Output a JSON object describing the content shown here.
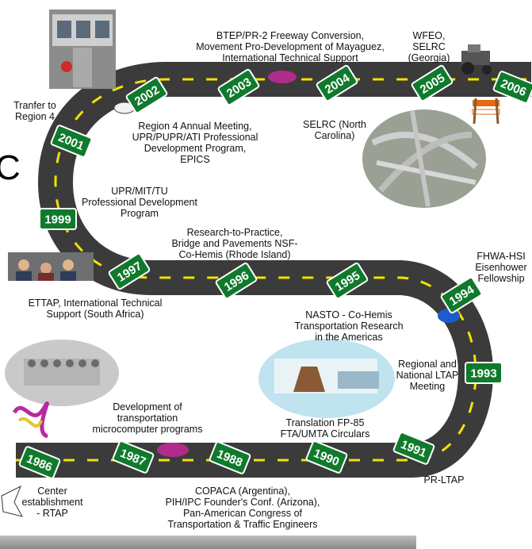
{
  "years": [
    "1986",
    "1987",
    "1988",
    "1990",
    "1991",
    "1993",
    "1994",
    "1995",
    "1996",
    "1997",
    "1999",
    "2001",
    "2002",
    "2003",
    "2004",
    "2005",
    "2006"
  ],
  "labels": {
    "y1986": "Center\nestablishment\n- RTAP",
    "y1987": "Development of\ntransportation\nmicrocomputer programs",
    "y1988": "COPACA (Argentina),\nPIH/IPC Founder's Conf. (Arizona),\nPan-American Congress of\nTransportation & Traffic Engineers",
    "y1990": "Translation FP-85\nFTA/UMTA Circulars",
    "y1991": "PR-LTAP",
    "y1993": "Regional and\nNational LTAP\nMeeting",
    "y1994": "FHWA-HSI\nEisenhower\nFellowship",
    "y1995": "NASTO - Co-Hemis\nTransportation Research\nin the Americas",
    "y1996": "Research-to-Practice,\nBridge and Pavements NSF-\nCo-Hemis (Rhode Island)",
    "y1997": "ETTAP, International Technical\nSupport (South Africa)",
    "y1999": "UPR/MIT/TU\nProfessional Development\nProgram",
    "y2001": "Tranfer to\nRegion 4",
    "y2002": "Region 4 Annual Meeting,\nUPR/PUPR/ATI Professional\nDevelopment Program,\nEPICS",
    "y2003": "BTEP/PR-2 Freeway Conversion,\nMovement Pro-Development of Mayaguez,\nInternational Technical Support",
    "y2005": "WFEO,\nSELRC\n(Georgia)",
    "y2006": "SELRC (North\nCarolina)",
    "edge": "C"
  },
  "colors": {
    "road": "#3b3b3b",
    "dash": "#f2e200",
    "sign": "#0f7a2c",
    "sign_border": "#ffffff"
  }
}
